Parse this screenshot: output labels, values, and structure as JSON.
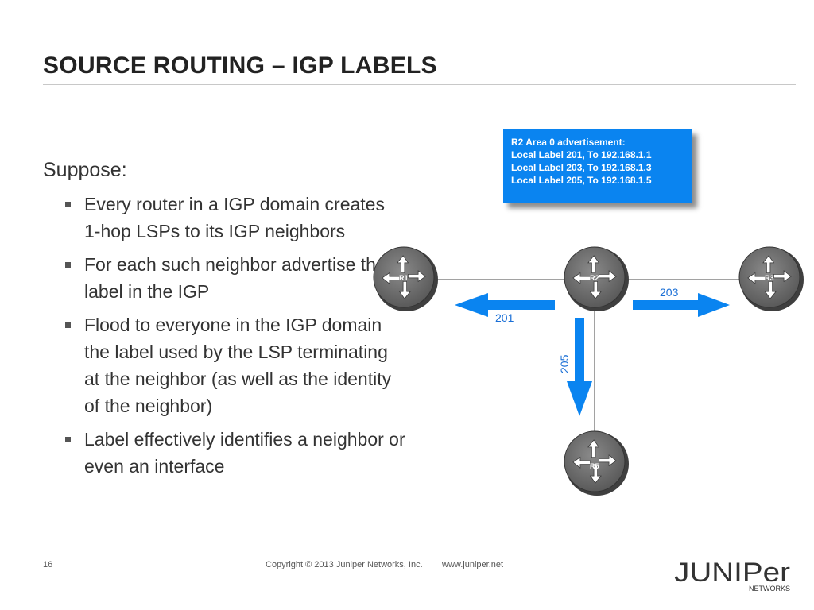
{
  "slide": {
    "title": "SOURCE ROUTING – IGP LABELS",
    "intro": "Suppose:",
    "bullets": [
      "Every router in a IGP domain creates 1-hop LSPs to its IGP neighbors",
      "For each such neighbor advertise the label in the IGP",
      "Flood to everyone in the IGP domain the label used by the LSP terminating at the neighbor (as well as the identity of the neighbor)",
      "Label effectively identifies a neighbor or even an interface"
    ]
  },
  "advertisement": {
    "lines": [
      "R2 Area 0 advertisement:",
      "Local Label 201, To 192.168.1.1",
      "Local Label 203, To 192.168.1.3",
      "Local Label 205, To 192.168.1.5"
    ]
  },
  "routers": [
    {
      "id": "R1",
      "label": "R1"
    },
    {
      "id": "R2",
      "label": "R2"
    },
    {
      "id": "R3",
      "label": "R3"
    },
    {
      "id": "R5",
      "label": "R5"
    }
  ],
  "links": [
    {
      "from": "R1",
      "to": "R2"
    },
    {
      "from": "R2",
      "to": "R3"
    },
    {
      "from": "R2",
      "to": "R5"
    }
  ],
  "label_arrows": [
    {
      "label": "201",
      "to": "R1",
      "direction": "left"
    },
    {
      "label": "203",
      "to": "R3",
      "direction": "right"
    },
    {
      "label": "205",
      "to": "R5",
      "direction": "down"
    }
  ],
  "colors": {
    "accent_blue": "#0a84f0",
    "router_gray": "#6b6b6b",
    "label_blue": "#1a6fd6"
  },
  "footer": {
    "page_number": "16",
    "copyright": "Copyright © 2013 Juniper Networks, Inc.",
    "url": "www.juniper.net",
    "logo_text": "JUNIPer",
    "logo_subtext": "NETWORKS"
  }
}
